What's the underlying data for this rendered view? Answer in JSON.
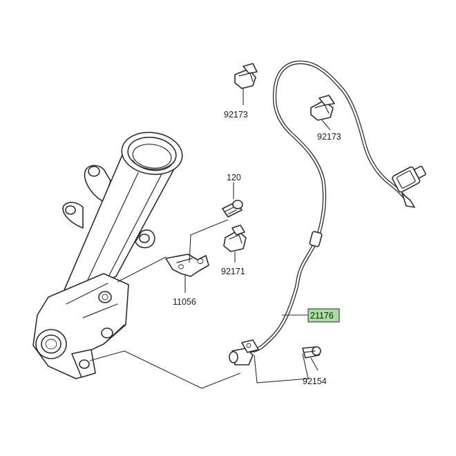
{
  "labels": {
    "clip_top_left": "92173",
    "clip_top_right": "92173",
    "bolt_top": "120",
    "clamp_small": "92171",
    "bracket": "11056",
    "sensor_harness": "21176",
    "bolt_bottom": "92154"
  },
  "colors": {
    "line": "#2b2b2b",
    "highlight": "#a6dea0",
    "background": "#ffffff"
  }
}
